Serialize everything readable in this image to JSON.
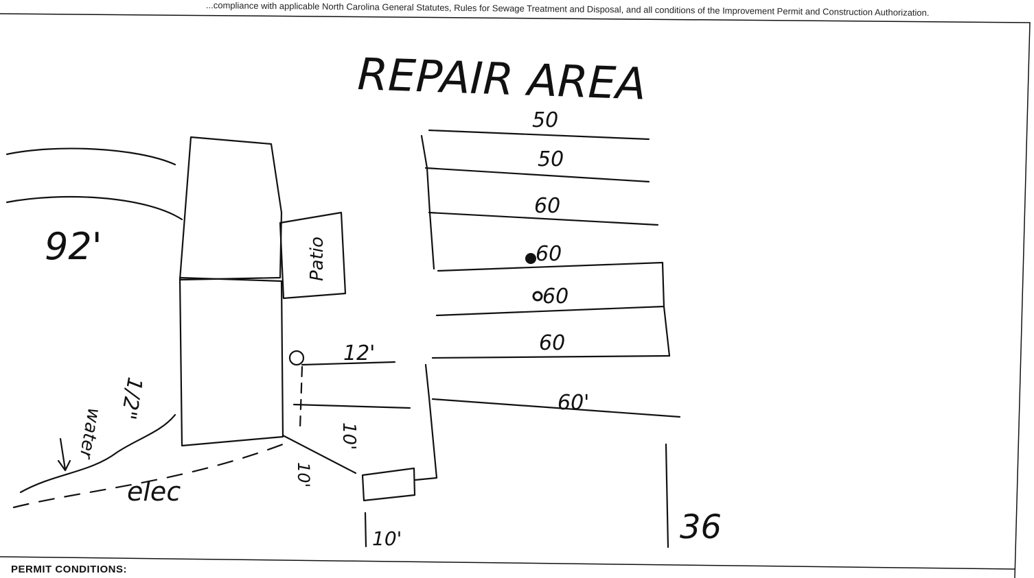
{
  "header": {
    "statement": "...compliance with applicable North Carolina General Statutes, Rules for Sewage Treatment and Disposal, and all conditions of the Improvement Permit and Construction Authorization."
  },
  "sketch": {
    "title": "REPAIR AREA",
    "line_lengths": [
      "50",
      "50",
      "60",
      "60",
      "60",
      "60",
      "60'"
    ],
    "patio_label": "Patio",
    "distance_label": "92'",
    "short_line_label": "12'",
    "ten_labels": [
      "10'",
      "10'",
      "10'"
    ],
    "elec_label": "elec",
    "water_label": "water",
    "water_number": "1/2\"",
    "corner_number": "36"
  },
  "footer": {
    "permit_conditions_label": "PERMIT CONDITIONS:"
  }
}
